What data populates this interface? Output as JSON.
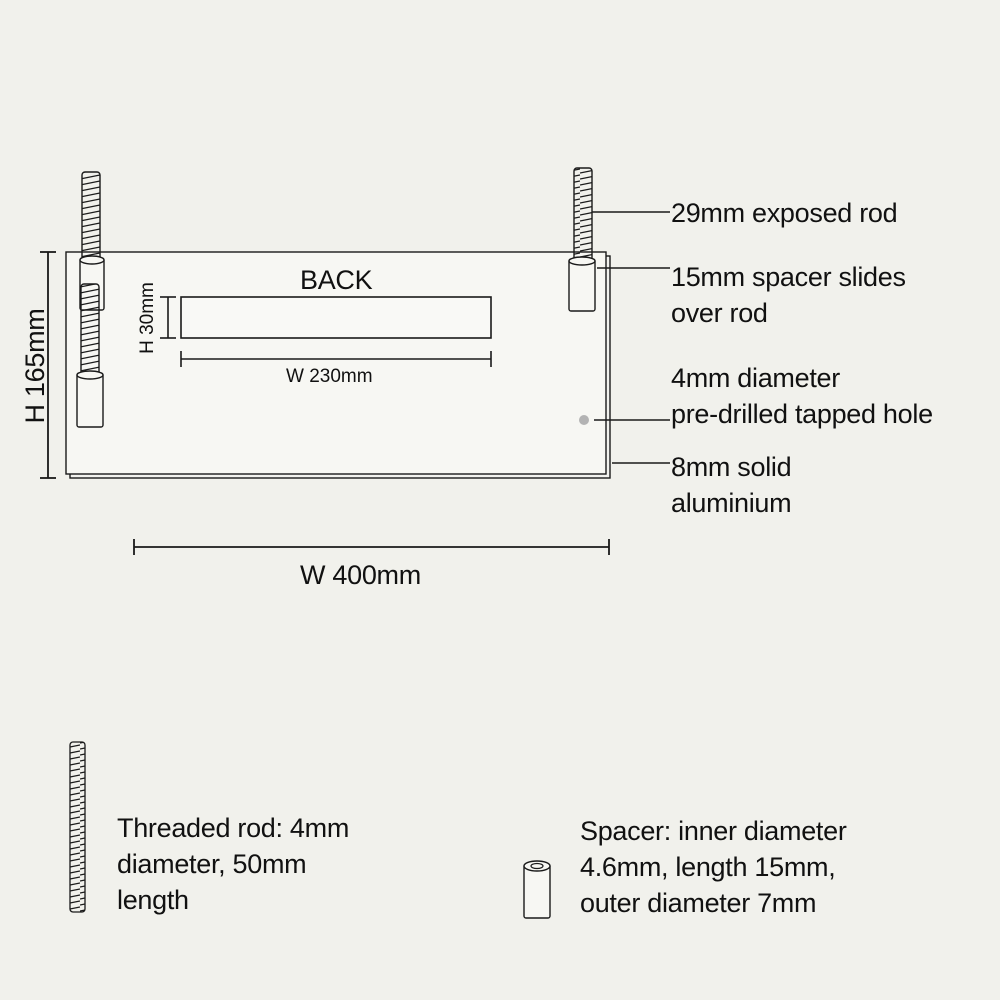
{
  "labels": {
    "back": "BACK",
    "w_slot": "W 230mm",
    "h_slot": "H 30mm",
    "h_plate": "H 165mm",
    "w_plate": "W 400mm",
    "exposed_rod": "29mm exposed rod",
    "spacer_line1": "15mm spacer slides",
    "spacer_line2": "over rod",
    "hole_line1": "4mm diameter",
    "hole_line2": "pre-drilled tapped hole",
    "alu_line1": "8mm solid",
    "alu_line2": "aluminium"
  },
  "legend": {
    "rod_line1": "Threaded rod: 4mm",
    "rod_line2": "diameter, 50mm",
    "rod_line3": "length",
    "spacer_line1": "Spacer: inner diameter",
    "spacer_line2": "4.6mm, length 15mm,",
    "spacer_line3": "outer diameter 7mm"
  },
  "colors": {
    "background": "#f1f1ec",
    "plate": "#f7f7f3",
    "stroke": "#1a1a1a",
    "hole": "#b3b3b3"
  }
}
